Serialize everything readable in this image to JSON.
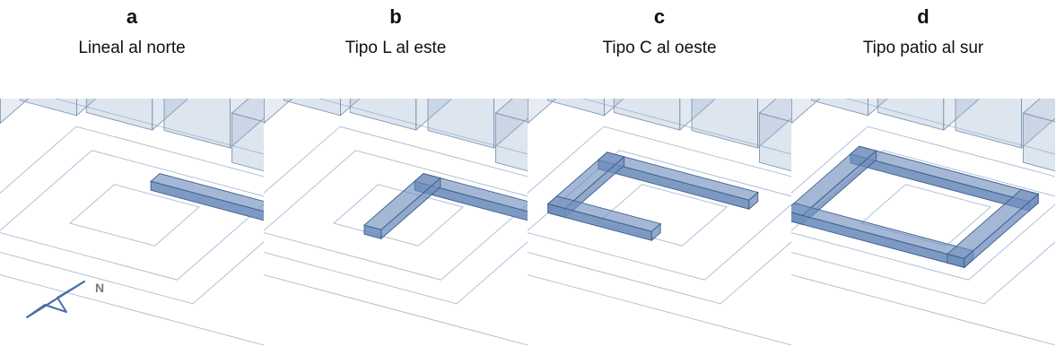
{
  "colors": {
    "volume_fill": "#9fb5cf",
    "volume_stroke": "#7f96b4",
    "lot_line": "#a9bbd4",
    "building_fill": "#6f8fbd",
    "building_stroke": "#3f5f8f",
    "north_arrow": "#4a6fa8"
  },
  "panels": [
    {
      "letter": "a",
      "caption": "Lineal al norte",
      "shape": "lineal"
    },
    {
      "letter": "b",
      "caption": "Tipo L al este",
      "shape": "L"
    },
    {
      "letter": "c",
      "caption": "Tipo C al oeste",
      "shape": "C"
    },
    {
      "letter": "d",
      "caption": "Tipo patio al sur",
      "shape": "patio"
    }
  ],
  "north": {
    "label": "N"
  }
}
